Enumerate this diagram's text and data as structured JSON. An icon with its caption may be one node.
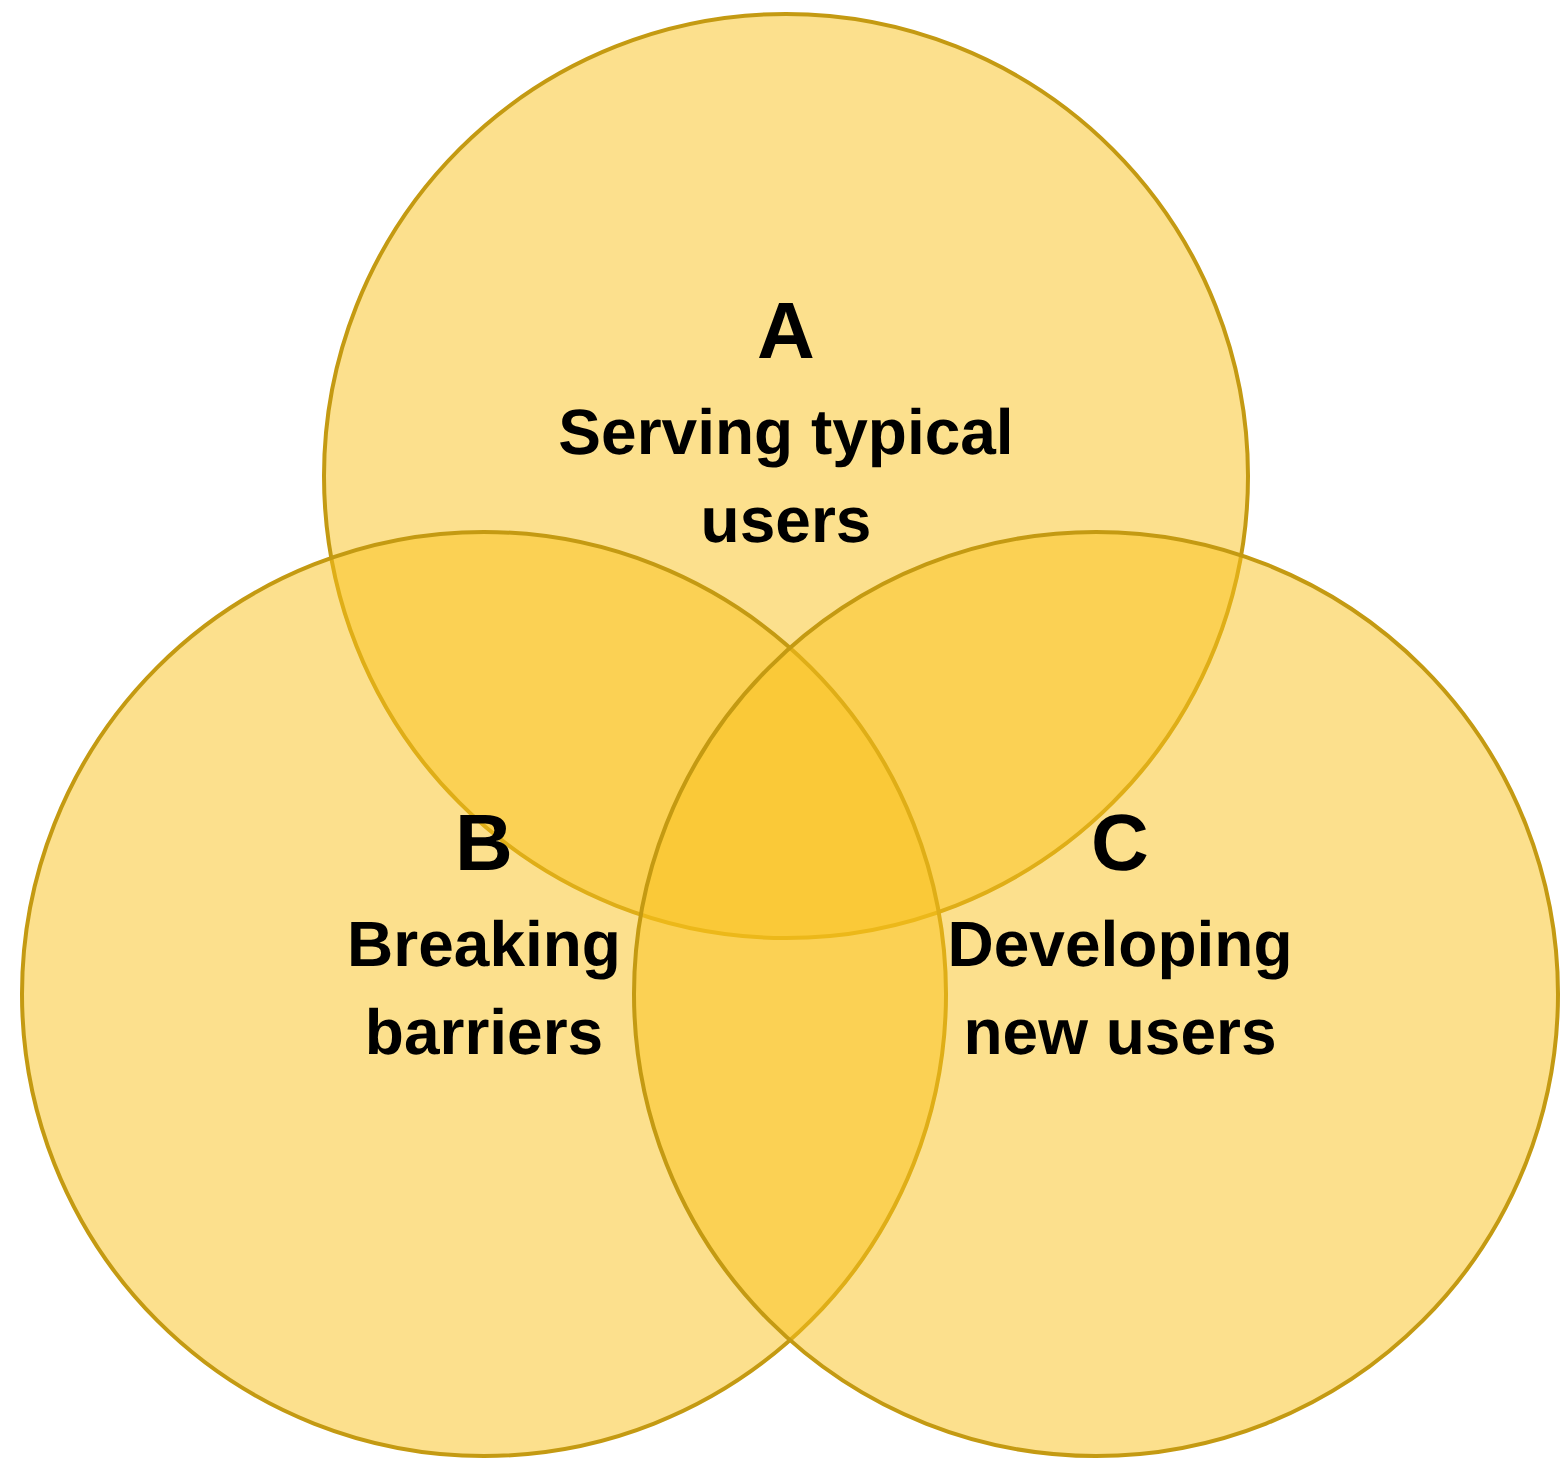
{
  "diagram": {
    "nodes": [
      {
        "text": [
          "A",
          "Serving typical users"
        ]
      },
      {
        "text": [
          "B",
          "Breaking barriers"
        ]
      },
      {
        "text": [
          "C",
          "Developing new users"
        ]
      }
    ]
  }
}
